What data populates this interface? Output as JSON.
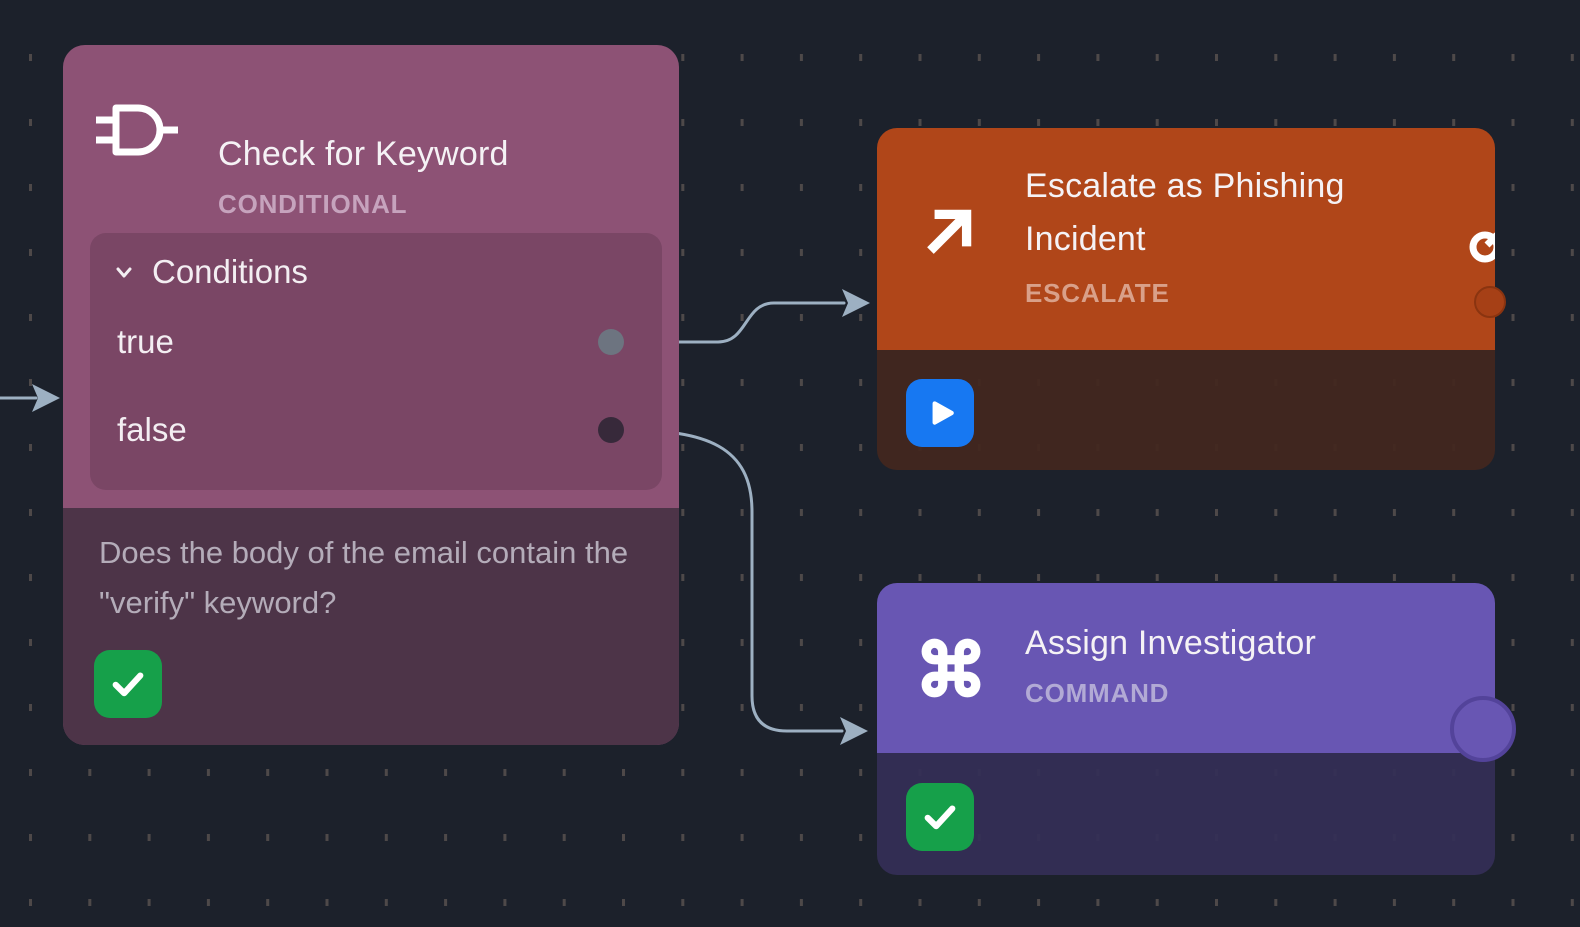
{
  "canvas": {
    "type_label": "workflow-editor-canvas",
    "background_color": "#1c212b",
    "grid_dash_color": "#4e4949",
    "edge_color": "#9db0c2"
  },
  "check_node": {
    "title": "Check for Keyword",
    "type_label": "CONDITIONAL",
    "icon": "logic-gate-icon",
    "header_color": "#8d5275",
    "body_color": "#483245",
    "conditions_label": "Conditions",
    "outputs": [
      "true",
      "false"
    ],
    "output_port_colors": [
      "#6d7480",
      "#37293a"
    ],
    "description": "Does the body of the email contain the \"verify\" keyword?",
    "status_icon": "check-icon",
    "status_color": "#16a04a"
  },
  "escalate_node": {
    "title": "Escalate as Phishing Incident",
    "type_label": "ESCALATE",
    "icon": "arrow-up-right-icon",
    "header_color": "#b04619",
    "body_color": "#43271e",
    "action_icon": "play-icon",
    "action_color": "#1778f2",
    "port_color": "#a64016"
  },
  "assign_node": {
    "title": "Assign Investigator",
    "type_label": "COMMAND",
    "icon": "command-icon",
    "header_color": "#6856b3",
    "body_color": "#342e56",
    "status_icon": "check-icon",
    "status_color": "#16a04a",
    "port_color": "#6856b3"
  },
  "edges": [
    {
      "from": "canvas-left",
      "to": "check-node-input"
    },
    {
      "from": "check-node-output-true",
      "to": "escalate-node-input"
    },
    {
      "from": "check-node-output-false",
      "to": "assign-node-input"
    }
  ]
}
